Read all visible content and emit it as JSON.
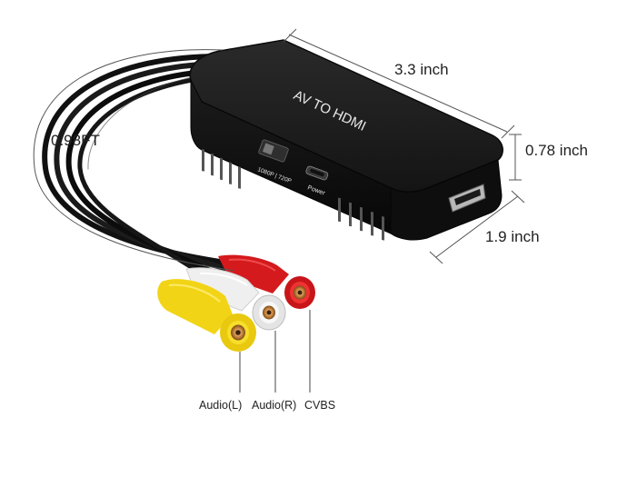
{
  "product": {
    "device_label": "AV TO HDMI",
    "switch_label": "1080P | 720P",
    "power_label": "Power"
  },
  "dimensions": {
    "length": "3.3 inch",
    "height": "0.78 inch",
    "width": "1.9 inch",
    "cable_length": "0.98FT"
  },
  "ports": {
    "audio_left": "Audio(L)",
    "audio_right": "Audio(R)",
    "video": "CVBS"
  },
  "colors": {
    "body": "#151515",
    "yellow": "#f4d81a",
    "white": "#f2f2f2",
    "red": "#e0191e",
    "copper": "#c8843c"
  }
}
